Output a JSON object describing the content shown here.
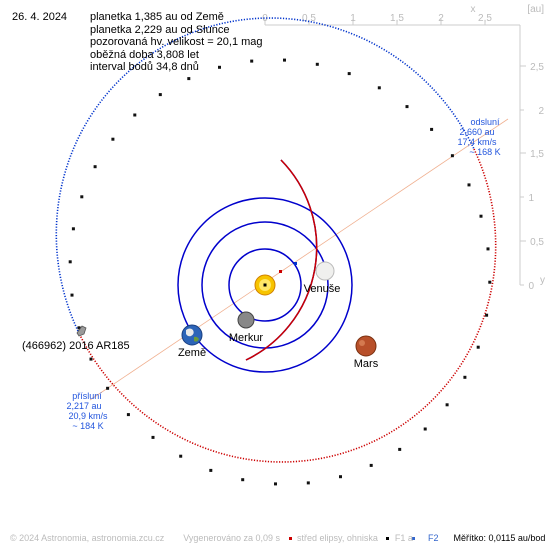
{
  "header": {
    "date": "26. 4. 2024",
    "lines": [
      "planetka 1,385 au od Země",
      "planetka 2,229 au od Slunce",
      "pozorovaná hv. velikost = 20,1 mag",
      "oběžná doba 3,808 let",
      "interval bodů 34,8 dnů"
    ]
  },
  "axes": {
    "top_ticks": [
      "0",
      "0,5",
      "1",
      "1,5",
      "2",
      "2,5"
    ],
    "x_label": "x",
    "unit_label": "[au]",
    "right_ticks": [
      "2,5",
      "2",
      "1,5",
      "1",
      "0,5",
      "0"
    ],
    "y_label": "y"
  },
  "bodies": {
    "asteroid_label": "(466962) 2016 AR185",
    "earth": "Země",
    "mercury": "Merkur",
    "venus": "Venuše",
    "mars": "Mars"
  },
  "aphelion": [
    "odsluní",
    "2,660 au",
    "17,4 km/s",
    "~ 168 K"
  ],
  "perihelion": [
    "přísluní",
    "2,217 au",
    "20,9 km/s",
    "~ 184 K"
  ],
  "footer": {
    "copyright": "© 2024 Astronomia, astronomia.zcu.cz",
    "generated": "Vygenerováno za 0,09 s",
    "legend_center": "střed elipsy, ohniska",
    "f1": "F1 a",
    "f2": "F2",
    "scale": "Měřítko: 0,0115 au/bod"
  },
  "colors": {
    "asteroid_orbit": "#cc0000",
    "planet_orbit": "#0000cc",
    "axis": "#cccccc",
    "annotation": "#2255dd",
    "apsis_line": "#f0b090"
  }
}
